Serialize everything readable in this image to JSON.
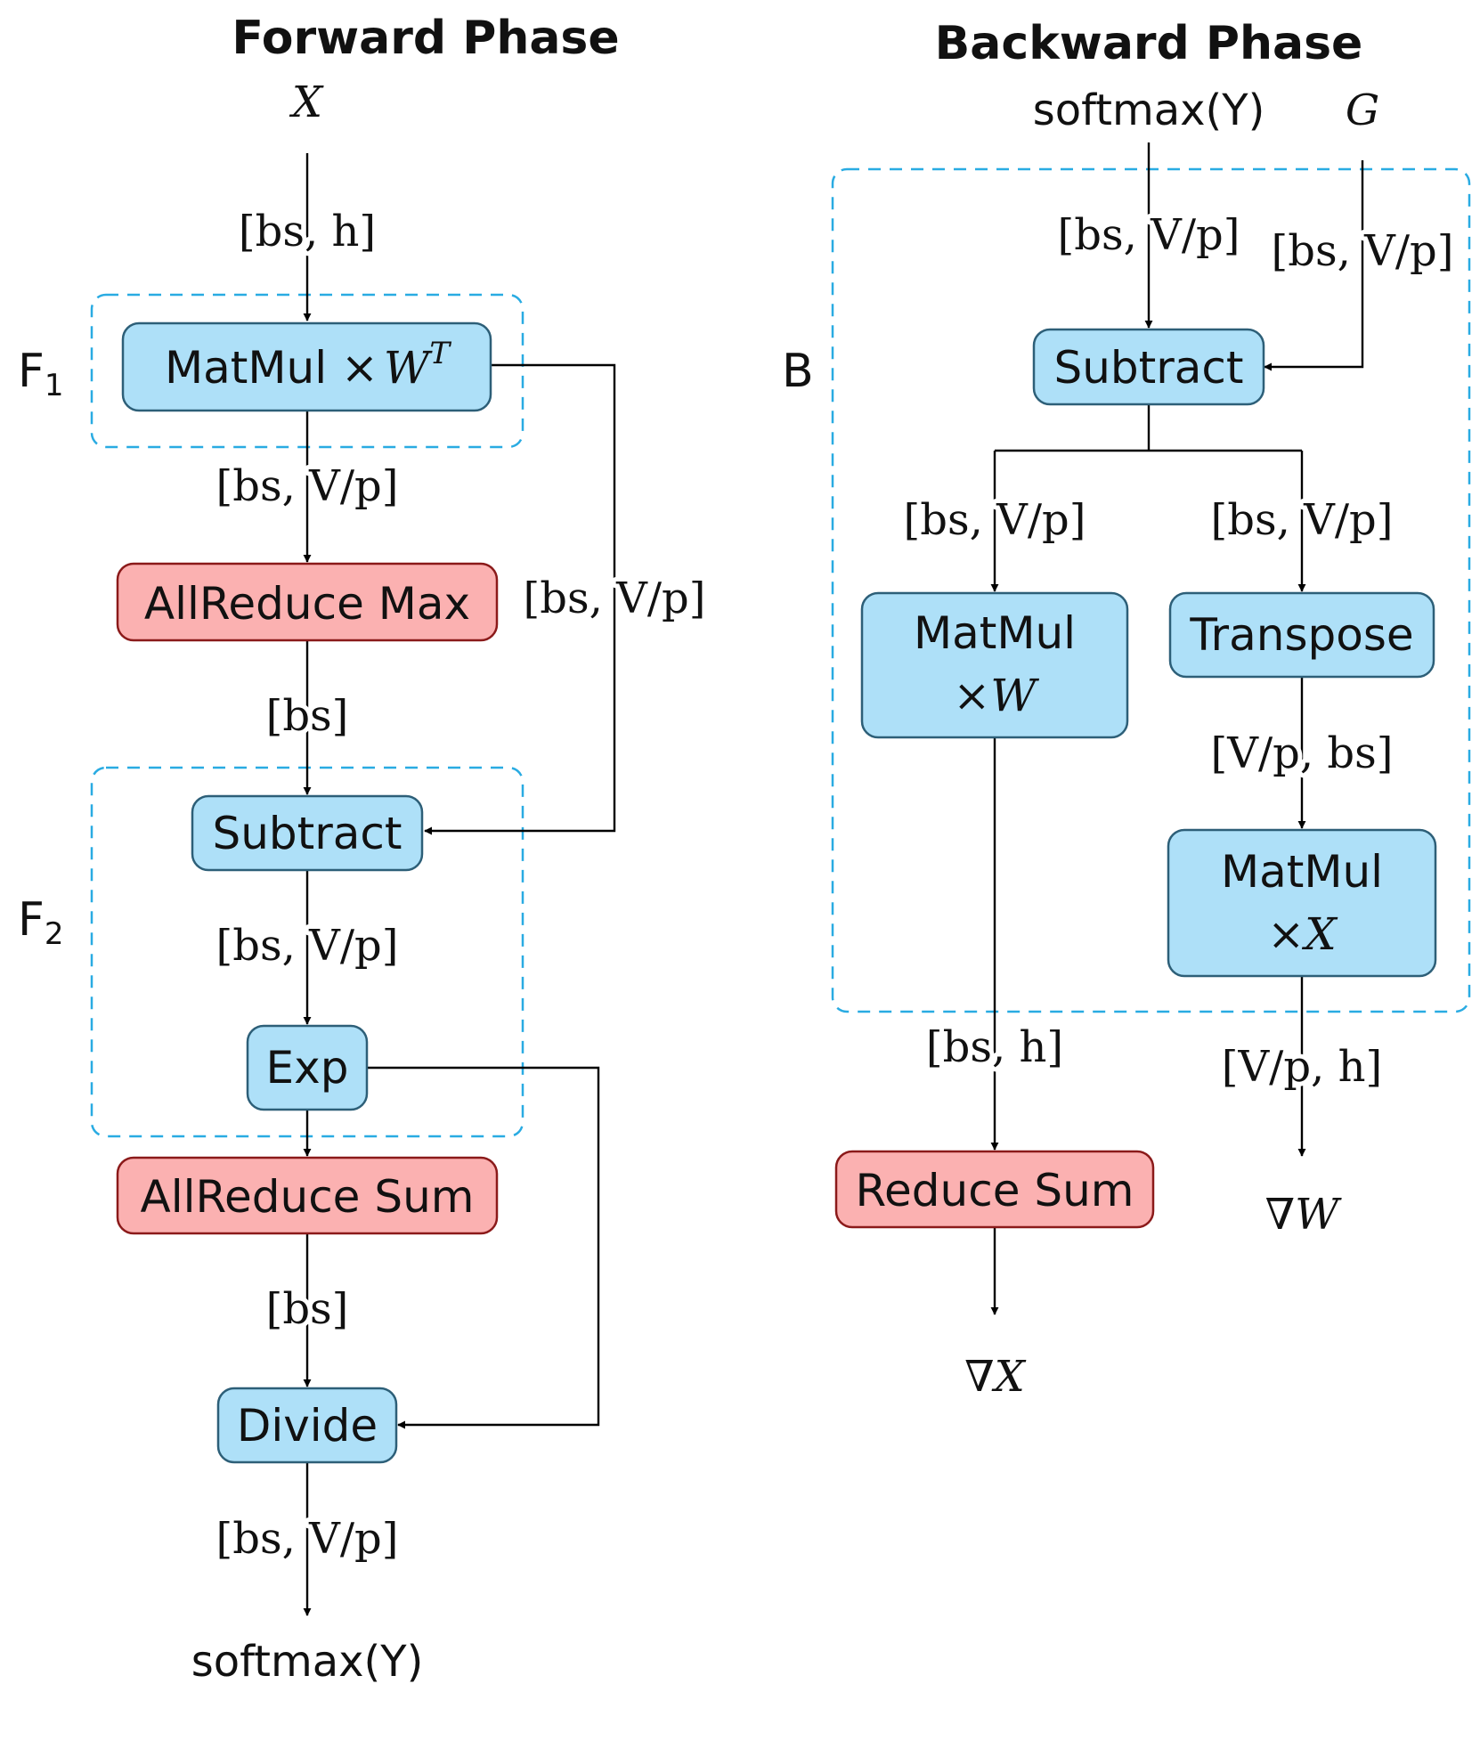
{
  "forward": {
    "heading": "Forward Phase",
    "input": "X",
    "output": "softmax(Y)",
    "regions": {
      "f1": "F",
      "f1_sub": "1",
      "f2": "F",
      "f2_sub": "2"
    },
    "nodes": {
      "matmul": "MatMul ×",
      "matmul_w": "W",
      "matmul_sup": "T",
      "allreduce_max": "AllReduce Max",
      "subtract": "Subtract",
      "exp": "Exp",
      "allreduce_sum": "AllReduce Sum",
      "divide": "Divide"
    },
    "labels": {
      "input_shape": "[bs, h]",
      "after_matmul": "[bs, V/p]",
      "skip_matmul": "[bs, V/p]",
      "after_max": "[bs]",
      "after_subtract": "[bs, V/p]",
      "after_sum": "[bs]",
      "output_shape": "[bs, V/p]"
    }
  },
  "backward": {
    "heading": "Backward Phase",
    "inputs": {
      "softmax": "softmax(Y)",
      "grad": "G"
    },
    "region": "B",
    "nodes": {
      "subtract": "Subtract",
      "matmul_w_top": "MatMul",
      "matmul_w_bot": "×W",
      "transpose": "Transpose",
      "matmul_x_top": "MatMul",
      "matmul_x_bot": "×X",
      "reduce_sum": "Reduce Sum"
    },
    "labels": {
      "softmax_shape": "[bs, V/p]",
      "grad_shape": "[bs, V/p]",
      "left_branch": "[bs, V/p]",
      "right_branch": "[bs, V/p]",
      "after_transpose": "[V/p, bs]",
      "grad_x_shape": "[bs, h]",
      "grad_w_shape": "[V/p, h]"
    },
    "outputs": {
      "grad_x": "∇X",
      "grad_w": "∇W"
    }
  },
  "colors": {
    "compute_fill": "#aee0f8",
    "compute_stroke": "#2d5f78",
    "comm_fill": "#fbb1b1",
    "comm_stroke": "#8b1a1a",
    "region_border": "#29abe2"
  }
}
